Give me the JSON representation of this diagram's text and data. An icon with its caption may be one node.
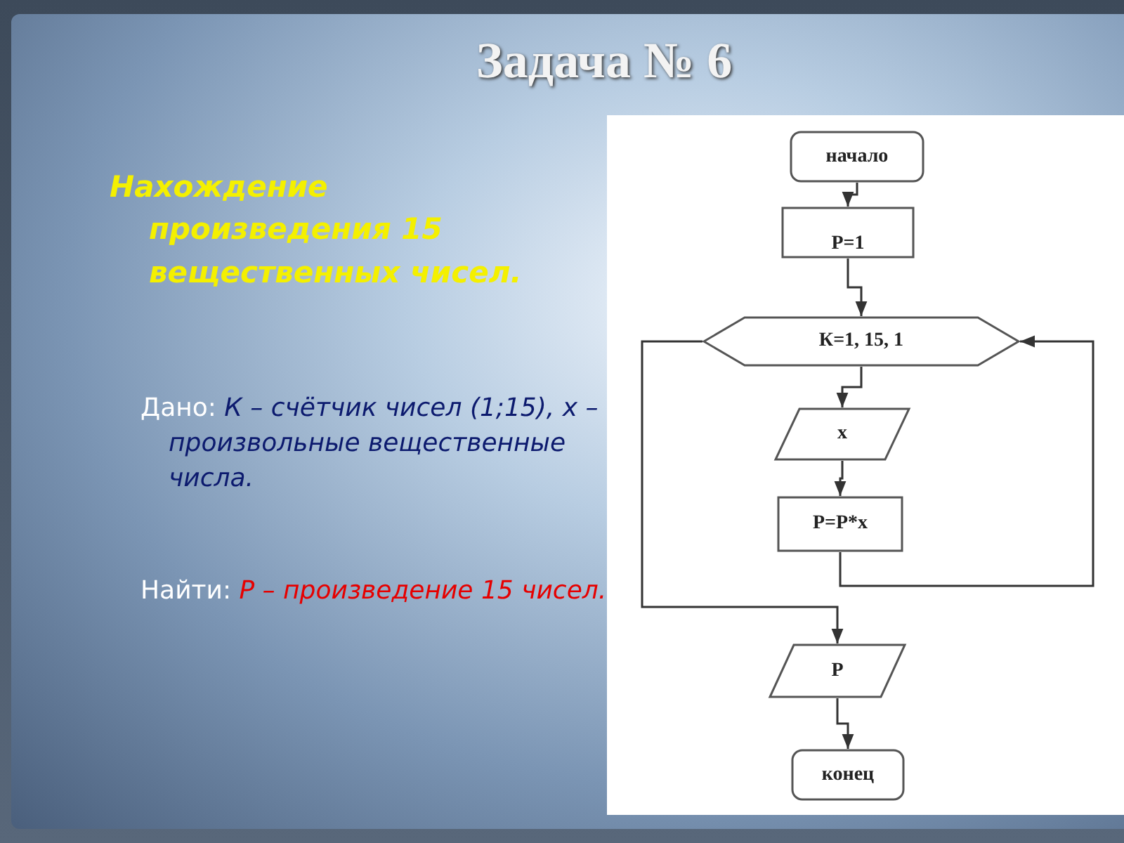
{
  "diagram": {
    "title": "Задача № 6",
    "nodes": [
      {
        "text": [
          "начало"
        ]
      },
      {
        "text": [
          "P=1"
        ]
      },
      {
        "text": [
          "К=1, 15, 1"
        ]
      },
      {
        "text": [
          "x"
        ]
      },
      {
        "text": [
          "P=P*x"
        ]
      },
      {
        "text": [
          "P"
        ]
      },
      {
        "text": [
          "конец"
        ]
      }
    ],
    "edges": [
      {
        "from": 0,
        "to": 1,
        "arrow": "to"
      },
      {
        "from": 1,
        "to": 2,
        "arrow": "to"
      },
      {
        "from": 2,
        "to": 3,
        "arrow": "to"
      },
      {
        "from": 3,
        "to": 4,
        "arrow": "to"
      },
      {
        "from": 4,
        "to": 2,
        "arrow": "to"
      },
      {
        "from": 2,
        "to": 5,
        "arrow": "to"
      },
      {
        "from": 5,
        "to": 6,
        "arrow": "to"
      }
    ],
    "labels": [
      "Нахождение произведения 15 вещественных чисел.",
      "Дано: *К – счётчик чисел (1;15), x – произвольные вещественные числа.*",
      "Найти: *P – произведение 15 чисел.*"
    ]
  }
}
